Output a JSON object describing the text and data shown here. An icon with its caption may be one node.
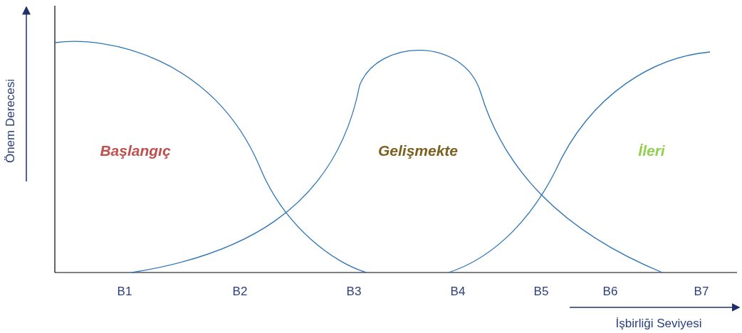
{
  "diagram": {
    "labels": [
      "Önem Derecesi",
      "Başlangıç",
      "Gelişmekte",
      "İleri",
      "B1",
      "B2",
      "B3",
      "B4",
      "B5",
      "B6",
      "B7",
      "İşbirliği Seviyesi"
    ]
  }
}
